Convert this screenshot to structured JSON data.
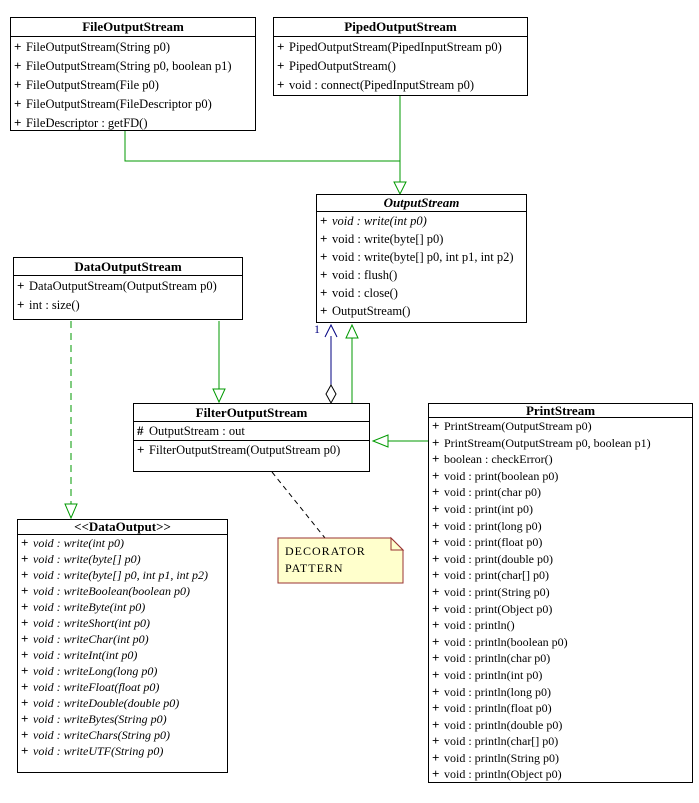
{
  "colors": {
    "generalization_green": "#009900",
    "aggregation_navy": "#000080",
    "note_fill": "#FFFFCC",
    "note_border": "#993333",
    "box_border": "#000000"
  },
  "labels": {
    "aggregation_multiplicity": "1"
  },
  "note": {
    "line1": "DECORATOR",
    "line2": "PATTERN"
  },
  "classes": [
    {
      "name": "FileOutputStream",
      "title_italic": false,
      "attributes": [],
      "methods": [
        {
          "vis": "+",
          "text": "FileOutputStream(String p0)",
          "italic": false
        },
        {
          "vis": "+",
          "text": "FileOutputStream(String p0, boolean p1)",
          "italic": false
        },
        {
          "vis": "+",
          "text": "FileOutputStream(File p0)",
          "italic": false
        },
        {
          "vis": "+",
          "text": "FileOutputStream(FileDescriptor p0)",
          "italic": false
        },
        {
          "vis": "+",
          "text": "FileDescriptor : getFD()",
          "italic": false
        }
      ]
    },
    {
      "name": "PipedOutputStream",
      "title_italic": false,
      "attributes": [],
      "methods": [
        {
          "vis": "+",
          "text": "PipedOutputStream(PipedInputStream p0)",
          "italic": false
        },
        {
          "vis": "+",
          "text": "PipedOutputStream()",
          "italic": false
        },
        {
          "vis": "+",
          "text": "void : connect(PipedInputStream p0)",
          "italic": false
        }
      ]
    },
    {
      "name": "OutputStream",
      "title_italic": true,
      "attributes": [],
      "methods": [
        {
          "vis": "+",
          "text": "void : write(int p0)",
          "italic": true
        },
        {
          "vis": "+",
          "text": "void : write(byte[] p0)",
          "italic": false
        },
        {
          "vis": "+",
          "text": "void : write(byte[] p0, int p1, int p2)",
          "italic": false
        },
        {
          "vis": "+",
          "text": "void : flush()",
          "italic": false
        },
        {
          "vis": "+",
          "text": "void : close()",
          "italic": false
        },
        {
          "vis": "+",
          "text": "OutputStream()",
          "italic": false
        }
      ]
    },
    {
      "name": "DataOutputStream",
      "title_italic": false,
      "attributes": [],
      "methods": [
        {
          "vis": "+",
          "text": "DataOutputStream(OutputStream p0)",
          "italic": false
        },
        {
          "vis": "+",
          "text": "int : size()",
          "italic": false
        }
      ]
    },
    {
      "name": "FilterOutputStream",
      "title_italic": false,
      "attributes": [
        {
          "vis": "#",
          "text": "OutputStream : out",
          "italic": false
        }
      ],
      "methods": [
        {
          "vis": "+",
          "text": "FilterOutputStream(OutputStream p0)",
          "italic": false
        }
      ]
    },
    {
      "name": "PrintStream",
      "title_italic": false,
      "attributes": [],
      "methods": [
        {
          "vis": "+",
          "text": "PrintStream(OutputStream p0)",
          "italic": false
        },
        {
          "vis": "+",
          "text": "PrintStream(OutputStream p0, boolean p1)",
          "italic": false
        },
        {
          "vis": "+",
          "text": "boolean : checkError()",
          "italic": false
        },
        {
          "vis": "+",
          "text": "void : print(boolean p0)",
          "italic": false
        },
        {
          "vis": "+",
          "text": "void : print(char p0)",
          "italic": false
        },
        {
          "vis": "+",
          "text": "void : print(int p0)",
          "italic": false
        },
        {
          "vis": "+",
          "text": "void : print(long p0)",
          "italic": false
        },
        {
          "vis": "+",
          "text": "void : print(float p0)",
          "italic": false
        },
        {
          "vis": "+",
          "text": "void : print(double p0)",
          "italic": false
        },
        {
          "vis": "+",
          "text": "void : print(char[] p0)",
          "italic": false
        },
        {
          "vis": "+",
          "text": "void : print(String p0)",
          "italic": false
        },
        {
          "vis": "+",
          "text": "void : print(Object p0)",
          "italic": false
        },
        {
          "vis": "+",
          "text": "void : println()",
          "italic": false
        },
        {
          "vis": "+",
          "text": "void : println(boolean p0)",
          "italic": false
        },
        {
          "vis": "+",
          "text": "void : println(char p0)",
          "italic": false
        },
        {
          "vis": "+",
          "text": "void : println(int p0)",
          "italic": false
        },
        {
          "vis": "+",
          "text": "void : println(long p0)",
          "italic": false
        },
        {
          "vis": "+",
          "text": "void : println(float p0)",
          "italic": false
        },
        {
          "vis": "+",
          "text": "void : println(double p0)",
          "italic": false
        },
        {
          "vis": "+",
          "text": "void : println(char[] p0)",
          "italic": false
        },
        {
          "vis": "+",
          "text": "void : println(String p0)",
          "italic": false
        },
        {
          "vis": "+",
          "text": "void : println(Object p0)",
          "italic": false
        }
      ]
    },
    {
      "name": "<<DataOutput>>",
      "title_italic": false,
      "attributes": [],
      "methods": [
        {
          "vis": "+",
          "text": "void : write(int p0)",
          "italic": true
        },
        {
          "vis": "+",
          "text": "void : write(byte[] p0)",
          "italic": true
        },
        {
          "vis": "+",
          "text": "void : write(byte[] p0, int p1, int p2)",
          "italic": true
        },
        {
          "vis": "+",
          "text": "void : writeBoolean(boolean p0)",
          "italic": true
        },
        {
          "vis": "+",
          "text": "void : writeByte(int p0)",
          "italic": true
        },
        {
          "vis": "+",
          "text": "void : writeShort(int p0)",
          "italic": true
        },
        {
          "vis": "+",
          "text": "void : writeChar(int p0)",
          "italic": true
        },
        {
          "vis": "+",
          "text": "void : writeInt(int p0)",
          "italic": true
        },
        {
          "vis": "+",
          "text": "void : writeLong(long p0)",
          "italic": true
        },
        {
          "vis": "+",
          "text": "void : writeFloat(float p0)",
          "italic": true
        },
        {
          "vis": "+",
          "text": "void : writeDouble(double p0)",
          "italic": true
        },
        {
          "vis": "+",
          "text": "void : writeBytes(String p0)",
          "italic": true
        },
        {
          "vis": "+",
          "text": "void : writeChars(String p0)",
          "italic": true
        },
        {
          "vis": "+",
          "text": "void : writeUTF(String p0)",
          "italic": true
        }
      ]
    }
  ]
}
